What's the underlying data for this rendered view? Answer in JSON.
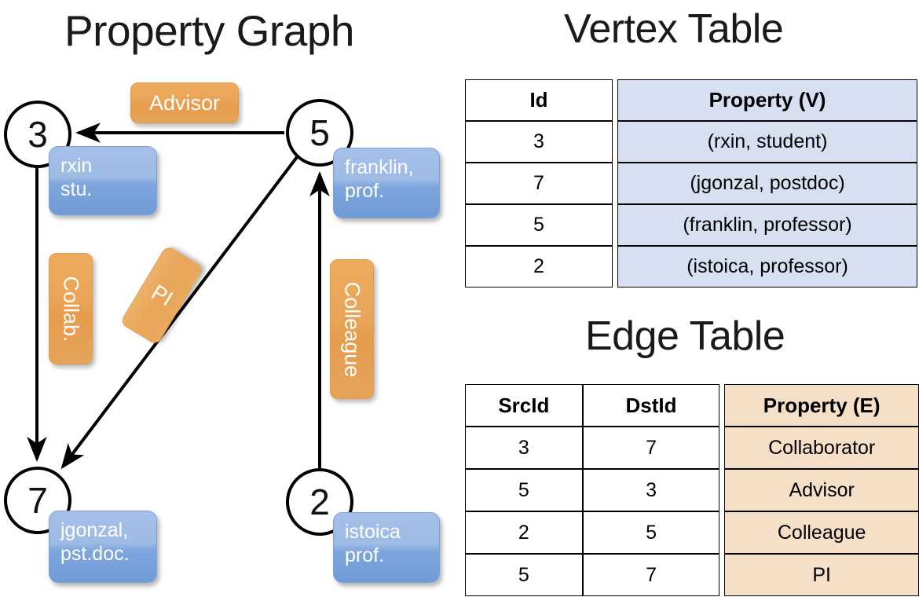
{
  "graph_panel": {
    "title": "Property Graph",
    "nodes": [
      {
        "id": "3",
        "property": "rxin\nstu."
      },
      {
        "id": "5",
        "property": "franklin,\nprof."
      },
      {
        "id": "7",
        "property": "jgonzal,\npst.doc."
      },
      {
        "id": "2",
        "property": "istoica\nprof."
      }
    ],
    "node_labels": {
      "n3": "3",
      "n5": "5",
      "n7": "7",
      "n2": "2"
    },
    "vertex_box_text": {
      "rxin_line1": "rxin",
      "rxin_line2": "stu.",
      "franklin_line1": "franklin,",
      "franklin_line2": "prof.",
      "jgonzal_line1": "jgonzal,",
      "jgonzal_line2": "pst.doc.",
      "istoica_line1": "istoica",
      "istoica_line2": "prof."
    },
    "edge_labels": {
      "advisor": "Advisor",
      "collab": "Collab.",
      "pi": "PI",
      "colleague": "Colleague"
    },
    "edges": [
      {
        "from": "5",
        "to": "3",
        "label": "Advisor"
      },
      {
        "from": "3",
        "to": "7",
        "label": "Collab."
      },
      {
        "from": "5",
        "to": "7",
        "label": "PI"
      },
      {
        "from": "2",
        "to": "5",
        "label": "Colleague"
      }
    ]
  },
  "vertex_table": {
    "title": "Vertex Table",
    "headers": [
      "Id",
      "Property (V)"
    ],
    "header_bg": "#d6e0f0",
    "rows": [
      {
        "id": "3",
        "property": "(rxin, student)"
      },
      {
        "id": "7",
        "property": "(jgonzal, postdoc)"
      },
      {
        "id": "5",
        "property": "(franklin, professor)"
      },
      {
        "id": "2",
        "property": "(istoica, professor)"
      }
    ]
  },
  "edge_table": {
    "title": "Edge Table",
    "headers": [
      "SrcId",
      "DstId",
      "Property (E)"
    ],
    "header_bg": "#f5dfc6",
    "rows": [
      {
        "src": "3",
        "dst": "7",
        "property": "Collaborator"
      },
      {
        "src": "5",
        "dst": "3",
        "property": "Advisor"
      },
      {
        "src": "2",
        "dst": "5",
        "property": "Colleague"
      },
      {
        "src": "5",
        "dst": "7",
        "property": "PI"
      }
    ]
  },
  "colors": {
    "vertex_fill": "#d6e0f0",
    "edge_fill": "#f5dfc6",
    "node_box_blue": "#8cb0e0",
    "edge_box_orange": "#e9a458",
    "stroke": "#000000"
  }
}
